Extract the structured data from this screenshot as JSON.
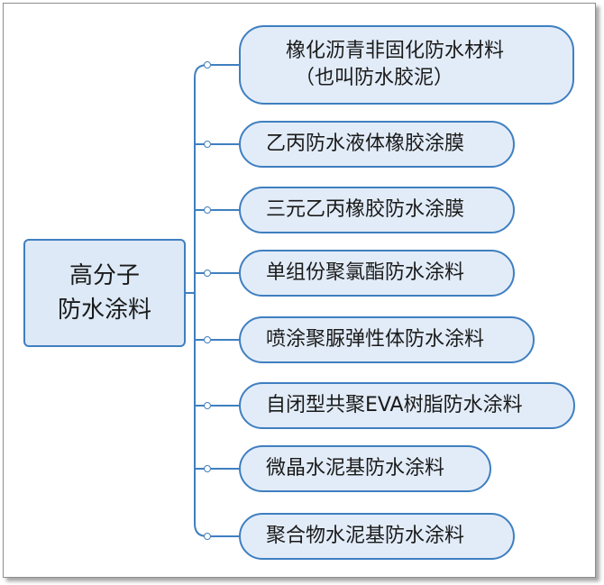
{
  "diagram": {
    "root": {
      "lines": [
        "高分子",
        "防水涂料"
      ]
    },
    "branches": [
      {
        "lines": [
          "橡化沥青非固化防水材料",
          "（也叫防水胶泥）"
        ]
      },
      {
        "lines": [
          "乙丙防水液体橡胶涂膜"
        ]
      },
      {
        "lines": [
          "三元乙丙橡胶防水涂膜"
        ]
      },
      {
        "lines": [
          "单组份聚氯酯防水涂料"
        ]
      },
      {
        "lines": [
          "喷涂聚脲弹性体防水涂料"
        ]
      },
      {
        "lines": [
          "自闭型共聚EVA树脂防水涂料"
        ]
      },
      {
        "lines": [
          "微晶水泥基防水涂料"
        ]
      },
      {
        "lines": [
          "聚合物水泥基防水涂料"
        ]
      }
    ]
  },
  "colors": {
    "border": "#3f7fc0",
    "fill": "#e2ecf8",
    "root_fill": "#dde9f6",
    "connector": "#3f7fc0"
  }
}
